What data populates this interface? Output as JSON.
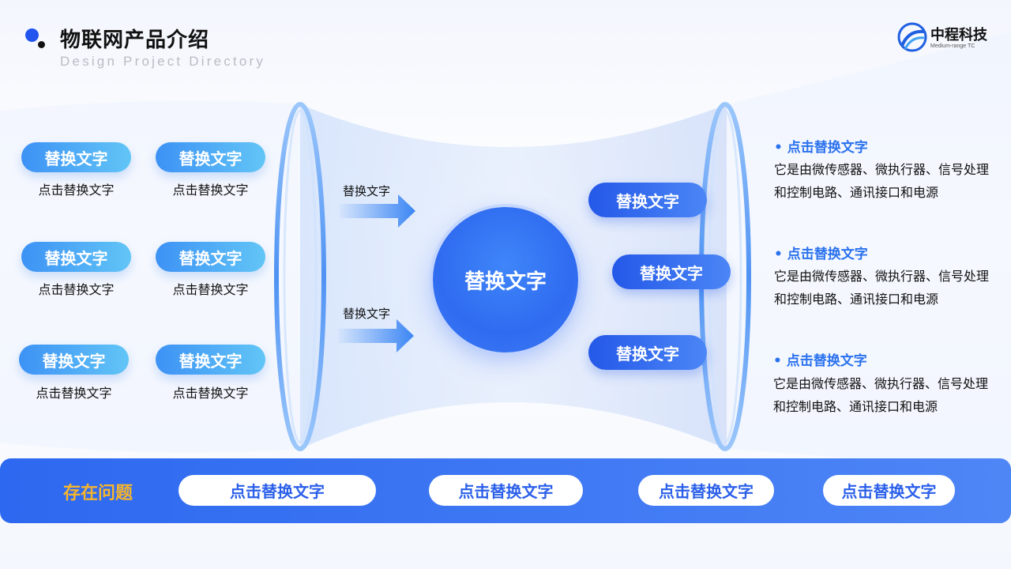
{
  "header": {
    "title": "物联网产品介绍",
    "subtitle": "Design Project Directory"
  },
  "logo": {
    "name": "中程科技",
    "sub": "Medium-range TC",
    "icon": "company-logo-icon"
  },
  "left_items": [
    {
      "label": "替换文字",
      "caption": "点击替换文字"
    },
    {
      "label": "替换文字",
      "caption": "点击替换文字"
    },
    {
      "label": "替换文字",
      "caption": "点击替换文字"
    },
    {
      "label": "替换文字",
      "caption": "点击替换文字"
    },
    {
      "label": "替换文字",
      "caption": "点击替换文字"
    },
    {
      "label": "替换文字",
      "caption": "点击替换文字"
    }
  ],
  "arrows": [
    {
      "label": "替换文字"
    },
    {
      "label": "替换文字"
    }
  ],
  "center": {
    "label": "替换文字"
  },
  "right_pills": [
    "替换文字",
    "替换文字",
    "替换文字"
  ],
  "right_items": [
    {
      "title": "点击替换文字",
      "line1": "它是由微传感器、微执行器、信号处理",
      "line2": "和控制电路、通讯接口和电源"
    },
    {
      "title": "点击替换文字",
      "line1": "它是由微传感器、微执行器、信号处理",
      "line2": "和控制电路、通讯接口和电源"
    },
    {
      "title": "点击替换文字",
      "line1": "它是由微传感器、微执行器、信号处理",
      "line2": "和控制电路、通讯接口和电源"
    }
  ],
  "bottom": {
    "label": "存在问题",
    "pills": [
      "点击替换文字",
      "点击替换文字",
      "点击替换文字",
      "点击替换文字"
    ]
  },
  "colors": {
    "accent": "#2255ee",
    "light_blue": "#62c5f6",
    "warning": "#f7b52c"
  }
}
